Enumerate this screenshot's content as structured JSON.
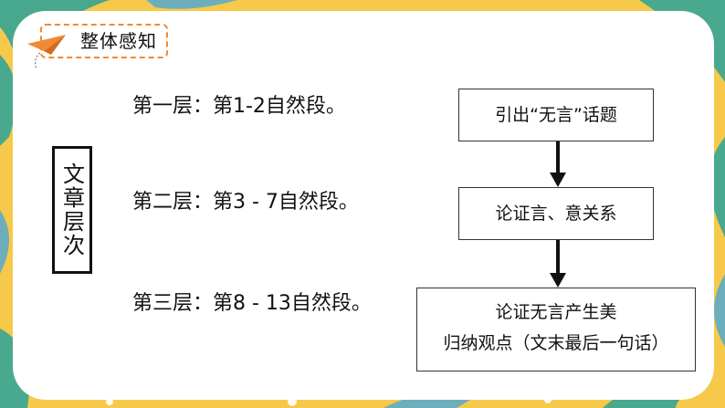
{
  "header": {
    "title": "整体感知"
  },
  "side_label": "文章层次",
  "layers": [
    "第一层：第1-2自然段。",
    "第二层：第3 - 7自然段。",
    "第三层：第8 - 13自然段。"
  ],
  "flow": {
    "box1": "引出“无言”话题",
    "box2": "论证言、意关系",
    "box3_line1": "论证无言产生美",
    "box3_line2": "归纳观点（文末最后一句话）"
  },
  "colors": {
    "frame": "#f7c94a",
    "leaf_teal": "#2aa39a",
    "leaf_blue": "#4aa8d8",
    "accent_orange": "#f08a33"
  }
}
